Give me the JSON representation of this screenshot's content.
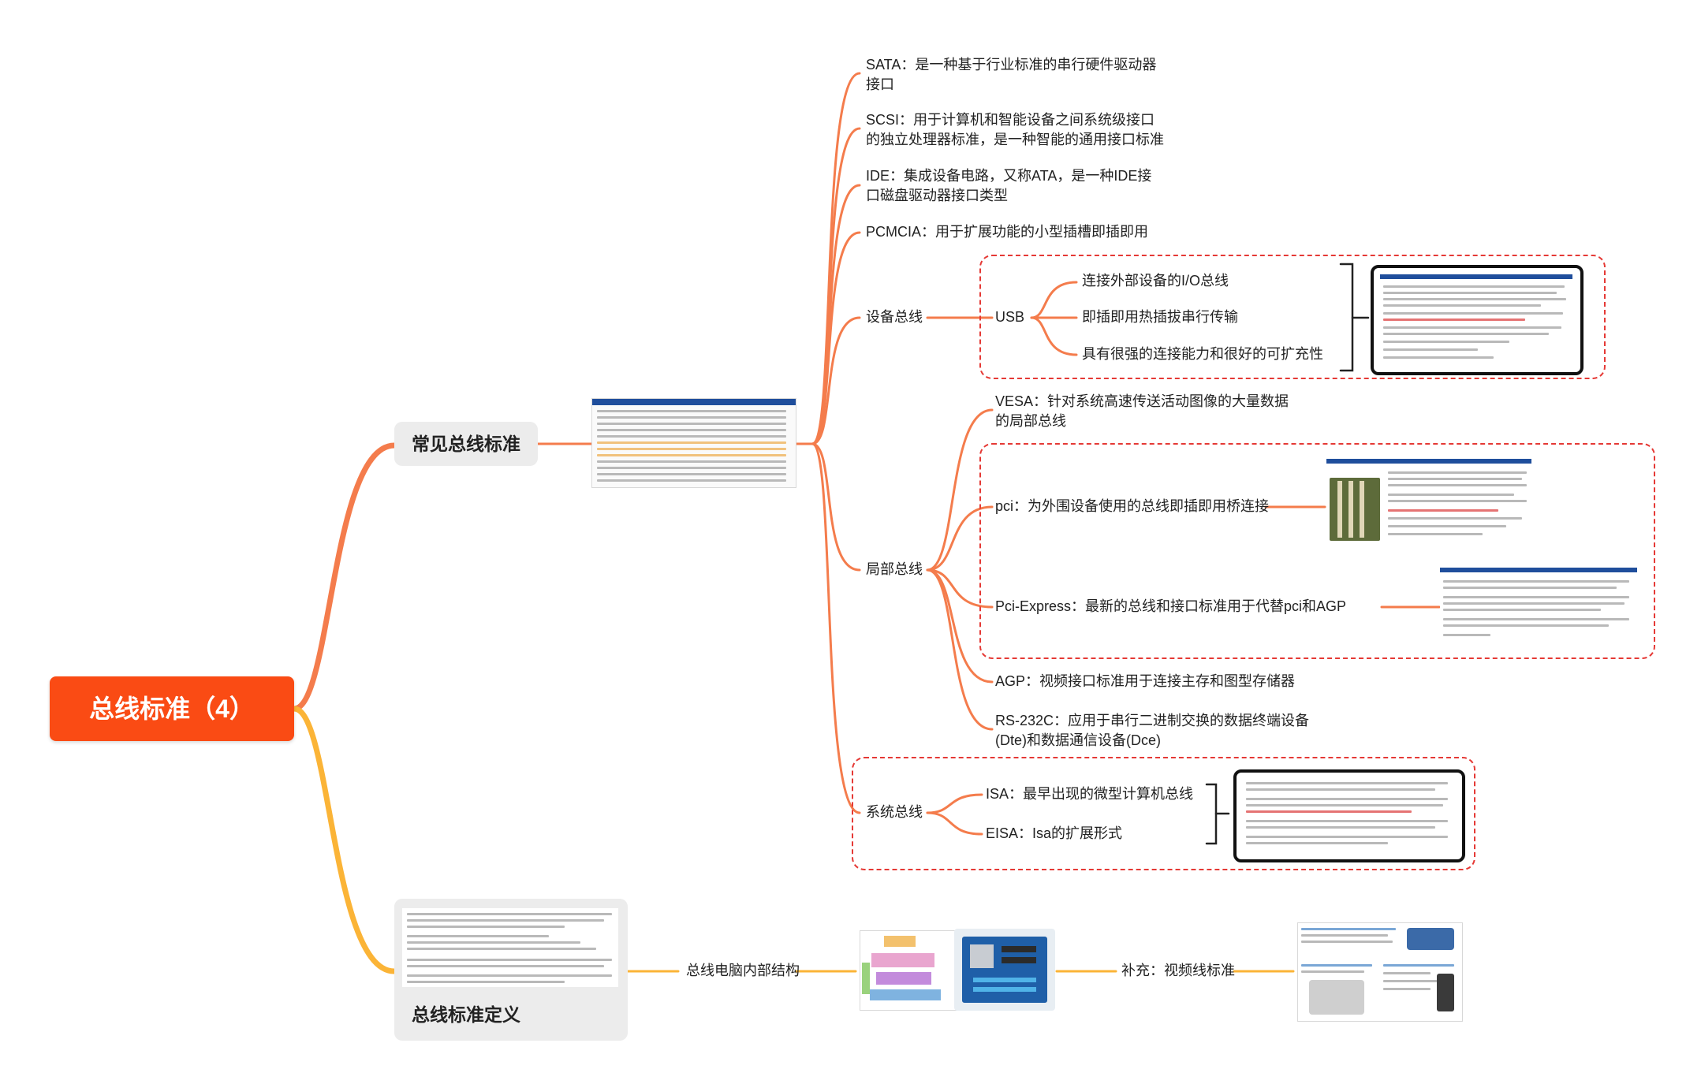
{
  "root": {
    "title": "总线标准（4）"
  },
  "common": {
    "label": "常见总线标准",
    "branches": {
      "sata": "SATA：是一种基于行业标准的串行硬件驱动器接口",
      "scsi": "SCSI：用于计算机和智能设备之间系统级接口的独立处理器标准，是一种智能的通用接口标准",
      "ide": "IDE：集成设备电路，又称ATA，是一种IDE接口磁盘驱动器接口类型",
      "pcmcia": "PCMCIA：用于扩展功能的小型插槽即插即用",
      "device_bus": {
        "label": "设备总线",
        "usb": {
          "label": "USB",
          "items": [
            "连接外部设备的I/O总线",
            "即插即用热插拔串行传输",
            "具有很强的连接能力和很好的可扩充性"
          ]
        }
      },
      "local_bus": {
        "label": "局部总线",
        "vesa": "VESA：针对系统高速传送活动图像的大量数据的局部总线",
        "pci": "pci：为外围设备使用的总线即插即用桥连接",
        "pcie": "Pci-Express：最新的总线和接口标准用于代替pci和AGP",
        "agp": "AGP：视频接口标准用于连接主存和图型存储器",
        "rs232": "RS-232C：应用于串行二进制交换的数据终端设备(Dte)和数据通信设备(Dce)"
      },
      "system_bus": {
        "label": "系统总线",
        "isa": "ISA：最早出现的微型计算机总线",
        "eisa": "EISA：Isa的扩展形式"
      }
    }
  },
  "definition": {
    "label": "总线标准定义",
    "structure": "总线电脑内部结构",
    "supplement": "补充：视频线标准"
  },
  "colors": {
    "root": "#fa4b14",
    "branch_upper": "#f47c4c",
    "branch_lower": "#fbb437",
    "dash": "#e53935"
  }
}
